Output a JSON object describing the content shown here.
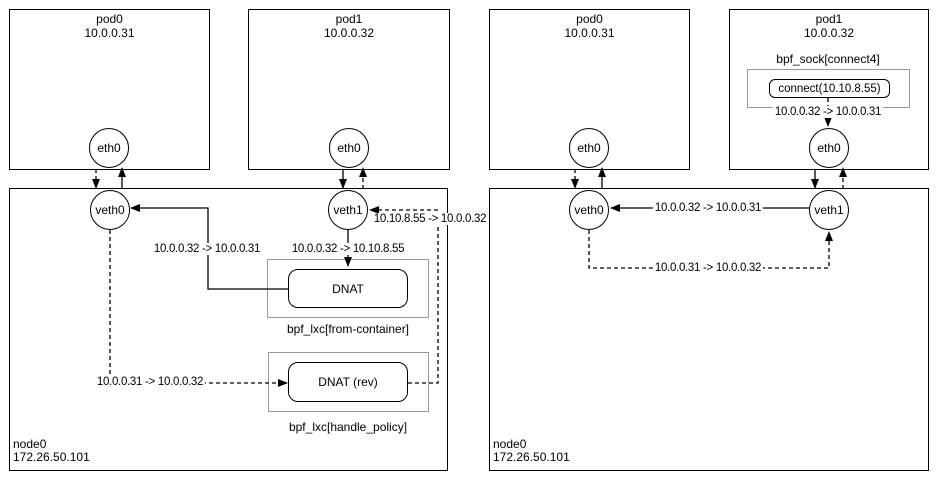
{
  "left": {
    "pod0": {
      "name": "pod0",
      "ip": "10.0.0.31"
    },
    "pod1": {
      "name": "pod1",
      "ip": "10.0.0.32"
    },
    "node": {
      "name": "node0",
      "ip": "172.26.50.101"
    },
    "eth0_pod0": "eth0",
    "eth0_pod1": "eth0",
    "veth0": "veth0",
    "veth1": "veth1",
    "dnat": {
      "title": "DNAT",
      "caption": "bpf_lxc[from-container]"
    },
    "dnat_rev": {
      "title": "DNAT (rev)",
      "caption": "bpf_lxc[handle_policy]"
    },
    "labels": {
      "dnat_to_veth0": "10.0.0.32 -> 10.0.0.31",
      "veth1_to_dnat": "10.0.0.32 -> 10.10.8.55",
      "veth0_to_dnat_rev": "10.0.0.31 -> 10.0.0.32",
      "dnat_rev_to_veth1": "10.10.8.55 -> 10.0.0.32"
    }
  },
  "right": {
    "pod0": {
      "name": "pod0",
      "ip": "10.0.0.31"
    },
    "pod1": {
      "name": "pod1",
      "ip": "10.0.0.32"
    },
    "node": {
      "name": "node0",
      "ip": "172.26.50.101"
    },
    "eth0_pod0": "eth0",
    "eth0_pod1": "eth0",
    "veth0": "veth0",
    "veth1": "veth1",
    "bpf_sock": {
      "caption": "bpf_sock[connect4]",
      "call": "connect(10.10.8.55)",
      "rewrite": "10.0.0.32 -> 10.0.0.31"
    },
    "labels": {
      "veth1_to_veth0": "10.0.0.32 -> 10.0.0.31",
      "veth0_to_veth1": "10.0.0.31 -> 10.0.0.32"
    }
  }
}
